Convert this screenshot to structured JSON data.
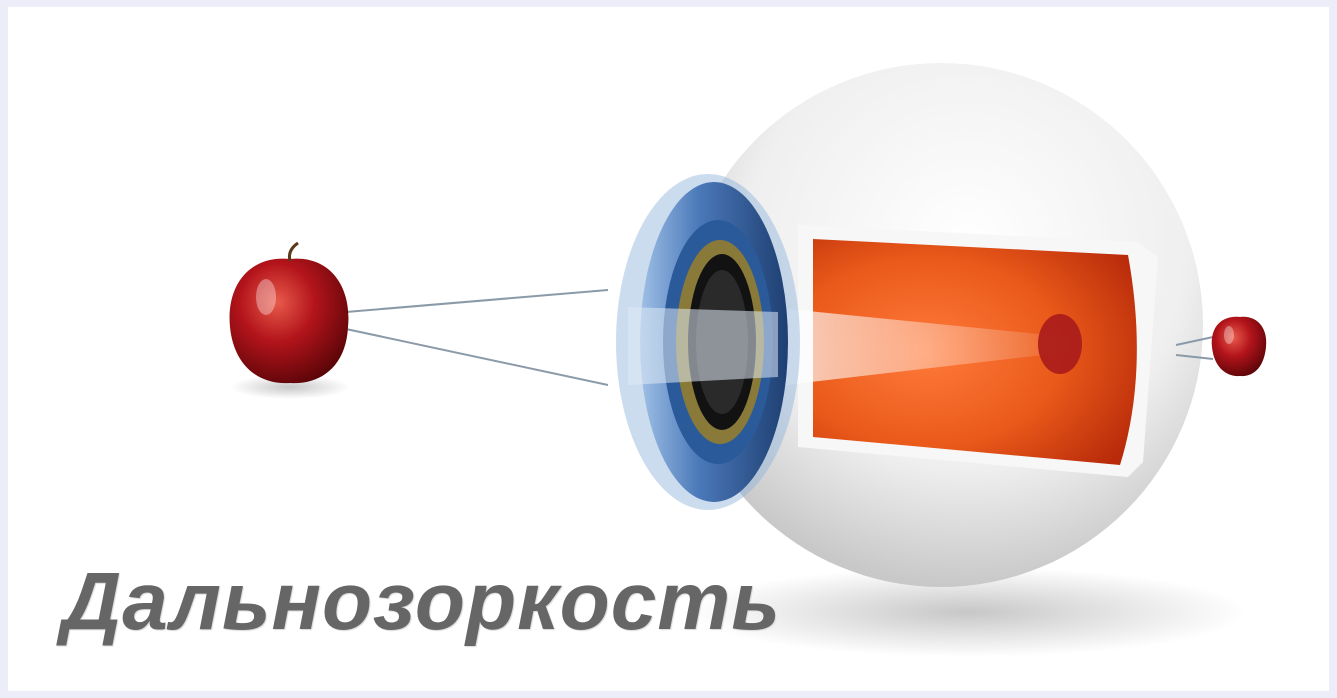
{
  "caption": {
    "text": "Дальнозоркость"
  },
  "colors": {
    "background_border": "#ecedf8",
    "canvas": "#ffffff",
    "caption_text": "#666666",
    "apple_red": "#b3141b",
    "iris_blue": "#4a78b8",
    "retina_orange": "#ea5a1a",
    "sclera": "#f2f2f2"
  },
  "illustration": {
    "objects": [
      "apple-icon",
      "eyeball-cross-section",
      "iris",
      "lens",
      "retina",
      "light-rays",
      "focused-image-behind-retina"
    ]
  }
}
